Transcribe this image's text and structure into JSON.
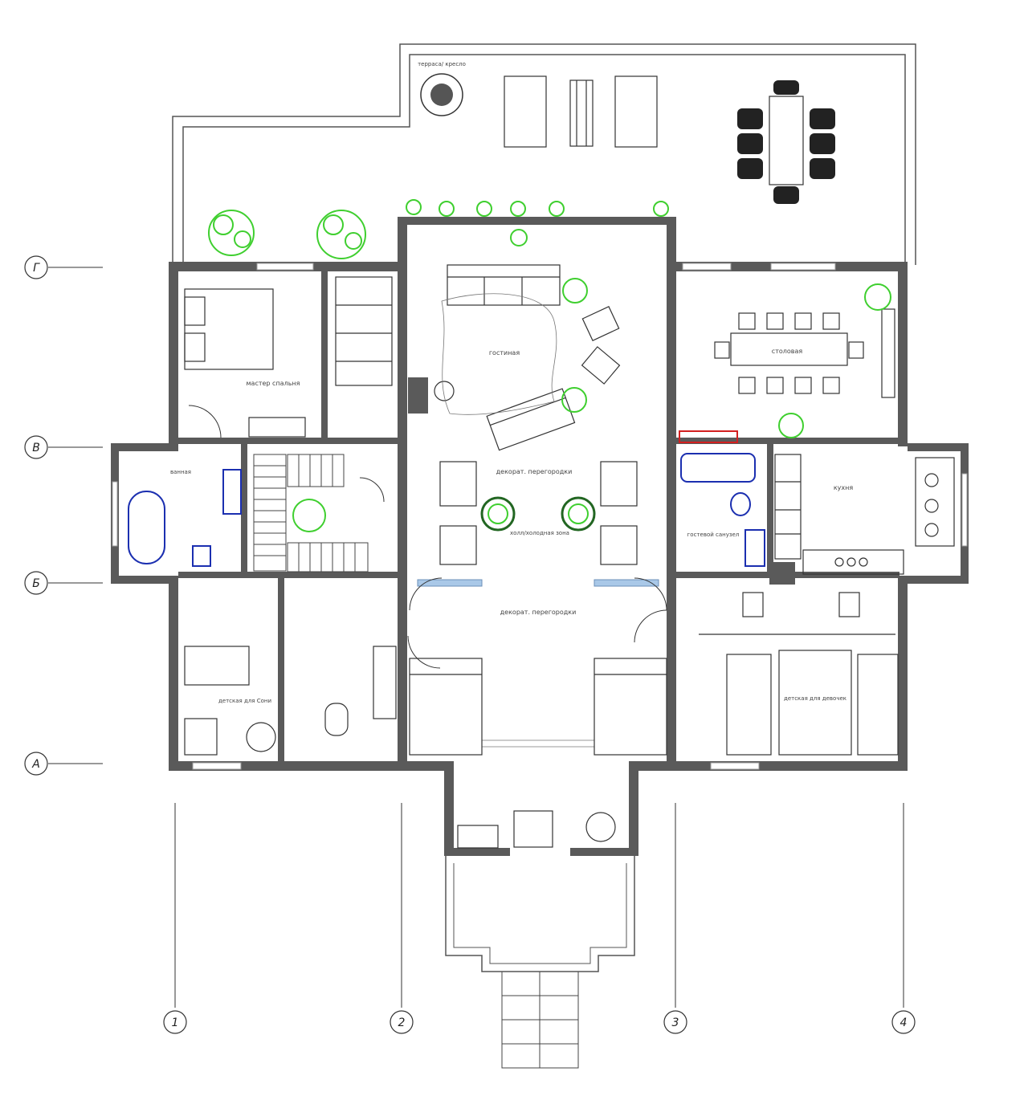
{
  "axes": {
    "rows": [
      {
        "label": "Г",
        "key": "g"
      },
      {
        "label": "В",
        "key": "v"
      },
      {
        "label": "Б",
        "key": "b"
      },
      {
        "label": "А",
        "key": "a"
      }
    ],
    "columns": [
      {
        "label": "1"
      },
      {
        "label": "2"
      },
      {
        "label": "3"
      },
      {
        "label": "4"
      }
    ]
  },
  "rooms": {
    "terrace": "терраса/ кресло",
    "master_bedroom": "мастер спальня",
    "living_room": "гостиная",
    "dining_room": "столовая",
    "bathroom": "ванная",
    "hall_partitions_top": "декорат. перегородки",
    "hall_partitions_bottom": "декорат. перегородки",
    "hall": "холл/холодная зона",
    "guest_bathroom": "гостевой санузел",
    "kitchen": "кухня",
    "child_room_left": "детская для Сони",
    "child_room_right": "детская для девочек"
  },
  "colors": {
    "walls": "#5a5a5a",
    "lines": "#333333",
    "plants": "#3fcf2f",
    "plumbing": "#1b2fb0",
    "highlight": "#d21f1f",
    "glass": "#a9c8e8"
  }
}
